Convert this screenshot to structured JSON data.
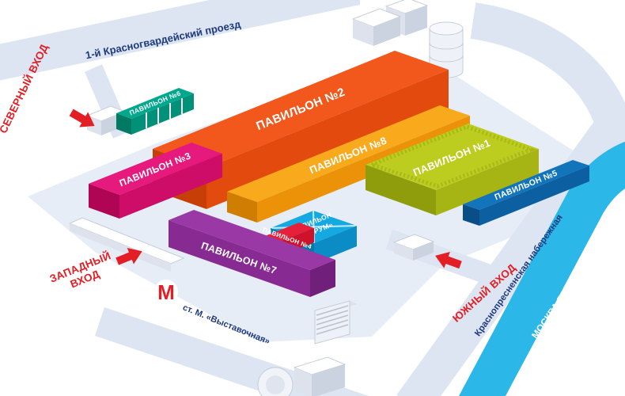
{
  "colors": {
    "background": "#ffffff",
    "road": "#dce5f1",
    "plaza": "#e7edf6",
    "river": "#2cb7e9",
    "street_text": "#1e3a7c",
    "entrance_red": "#e31e24",
    "building_top": "#ffffff",
    "building_side": "#dde2ec",
    "building_side_dark": "#cbd2e0",
    "pavilion_label": "#ffffff"
  },
  "streets": {
    "north_street": "1-й Красногвардейский проезд",
    "embankment": "Краснопресненская набережная",
    "river": "МОСКВА-РЕКА"
  },
  "entrances": {
    "north": "СЕВЕРНЫЙ ВХОД",
    "west_line1": "ЗАПАДНЫЙ",
    "west_line2": "ВХОД",
    "south": "ЮЖНЫЙ ВХОД"
  },
  "metro": {
    "symbol": "М",
    "station": "ст. М. «Выставочная»"
  },
  "pavilions": {
    "p1": {
      "label": "ПАВИЛЬОН №1",
      "top": "#bccd20",
      "side": "#a6b513",
      "dark": "#8f9d0c"
    },
    "p2": {
      "label": "ПАВИЛЬОН №2",
      "top": "#f2571c",
      "side": "#e34a0e",
      "dark": "#c73e07"
    },
    "p3": {
      "label": "ПАВИЛЬОН №3",
      "top": "#e6197c",
      "side": "#cd0d68",
      "dark": "#b00555"
    },
    "p4": {
      "label": "ПАВИЛЬОН №4",
      "top": "#e7203a",
      "side": "#cf122b",
      "dark": "#b30a1f"
    },
    "p5": {
      "label": "ПАВИЛЬОН №5",
      "top": "#1274ba",
      "side": "#0c60a1",
      "dark": "#094e87"
    },
    "p6": {
      "label": "ПАВИЛЬОН №6",
      "top": "#01a88e",
      "side": "#009178",
      "dark": "#007a63"
    },
    "p7": {
      "label": "ПАВИЛЬОН №7",
      "top": "#9a39a6",
      "side": "#872b93",
      "dark": "#701f7b"
    },
    "p8": {
      "label": "ПАВИЛЬОН №8",
      "top": "#f9a91c",
      "side": "#eb9208",
      "dark": "#d07d03"
    },
    "forum": {
      "label_line1": "ПАВИЛЬОН",
      "label_line2": "«ФОРУМ»",
      "top": "#14a9e2",
      "side": "#0b8cc5",
      "dark": "#0877a9"
    }
  }
}
